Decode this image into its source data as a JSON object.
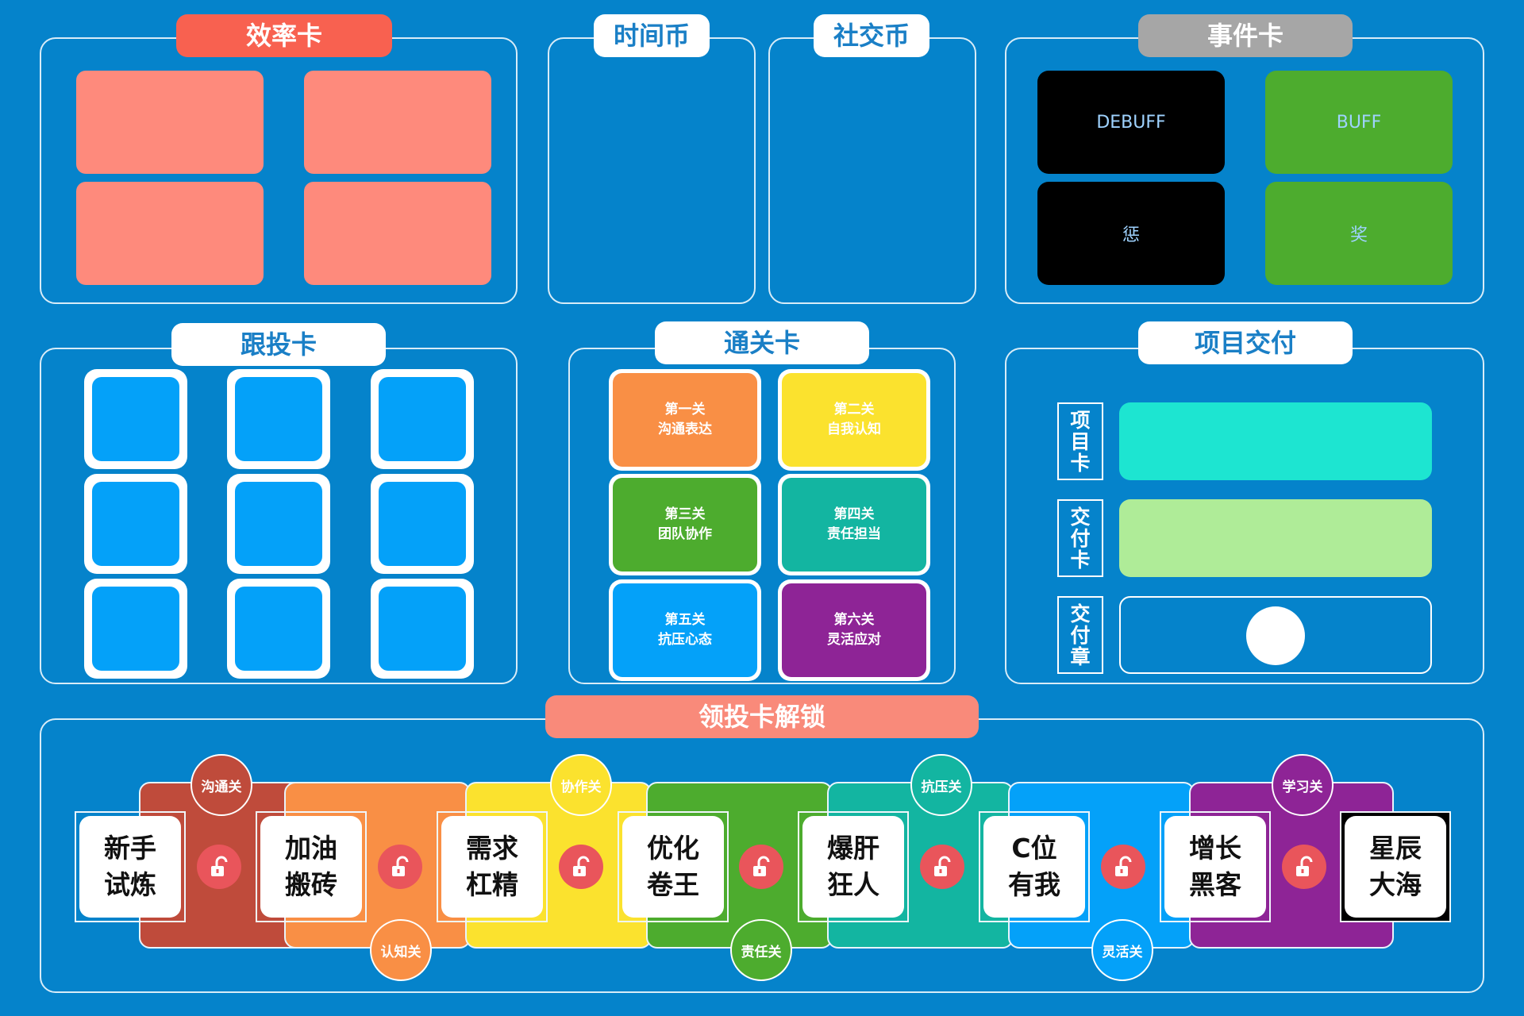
{
  "efficiency": {
    "title": "效率卡"
  },
  "time_coin": {
    "title": "时间币"
  },
  "social_coin": {
    "title": "社交币"
  },
  "event": {
    "title": "事件卡",
    "cards": [
      "DEBUFF",
      "BUFF",
      "惩",
      "奖"
    ]
  },
  "follow": {
    "title": "跟投卡"
  },
  "clear": {
    "title": "通关卡",
    "levels": [
      {
        "name": "第一关",
        "sub": "沟通表达",
        "color": "#F98F45"
      },
      {
        "name": "第二关",
        "sub": "自我认知",
        "color": "#FBE22E"
      },
      {
        "name": "第三关",
        "sub": "团队协作",
        "color": "#4DAC2E"
      },
      {
        "name": "第四关",
        "sub": "责任担当",
        "color": "#13B5A1"
      },
      {
        "name": "第五关",
        "sub": "抗压心态",
        "color": "#04A1F9"
      },
      {
        "name": "第六关",
        "sub": "灵活应对",
        "color": "#8E2496"
      }
    ]
  },
  "delivery": {
    "title": "项目交付",
    "labels": [
      "项目卡",
      "交付卡",
      "交付章"
    ],
    "colors": {
      "project": "#1DE5D1",
      "deliver": "#AFEC98"
    }
  },
  "unlock": {
    "title": "领投卡解锁",
    "stages": [
      {
        "l1": "新手",
        "l2": "试炼"
      },
      {
        "l1": "加油",
        "l2": "搬砖"
      },
      {
        "l1": "需求",
        "l2": "杠精"
      },
      {
        "l1": "优化",
        "l2": "卷王"
      },
      {
        "l1": "爆肝",
        "l2": "狂人"
      },
      {
        "l1": "C位",
        "l2": "有我"
      },
      {
        "l1": "增长",
        "l2": "黑客"
      },
      {
        "l1": "星辰",
        "l2": "大海"
      }
    ],
    "badges_top": [
      "沟通关",
      "协作关",
      "抗压关",
      "学习关"
    ],
    "badges_bottom": [
      "认知关",
      "责任关",
      "灵活关"
    ],
    "segment_colors": [
      "#BF4B3B",
      "#F98F45",
      "#FBE22E",
      "#4DAC2E",
      "#13B5A1",
      "#04A1F9",
      "#8E2496"
    ]
  }
}
